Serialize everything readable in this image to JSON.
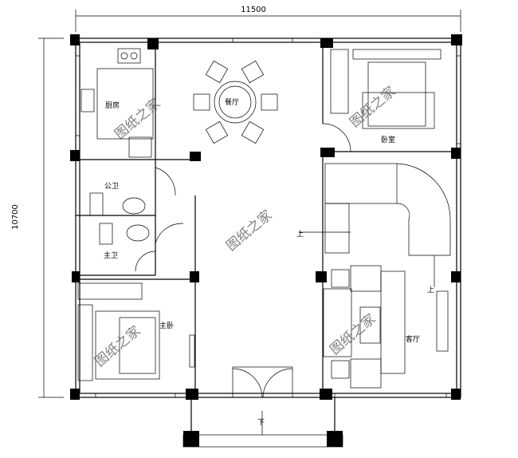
{
  "dimensions": {
    "width": "11500",
    "height": "10700"
  },
  "rooms": {
    "kitchen": "厨房",
    "dining": "餐厅",
    "bedroom": "卧室",
    "public_bath": "公卫",
    "master_bath": "主卫",
    "master_bedroom": "主卧",
    "living": "客厅"
  },
  "stairs": {
    "up_1": "上",
    "up_2": "上",
    "down": "下"
  },
  "watermark": "图纸之家"
}
